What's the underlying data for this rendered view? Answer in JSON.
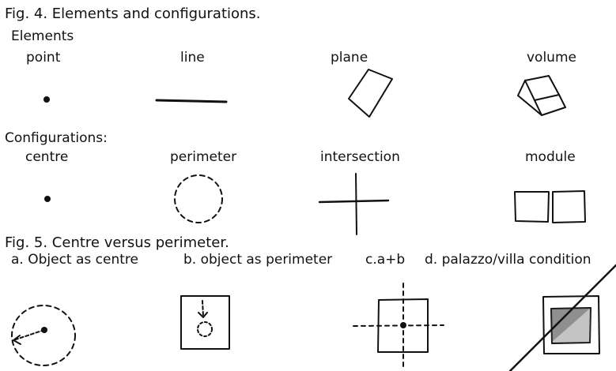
{
  "fig4": {
    "caption": "Fig. 4. Elements and configurations.",
    "elements_heading": "Elements",
    "elements": [
      {
        "label": "point",
        "icon": "dot-icon"
      },
      {
        "label": "line",
        "icon": "line-icon"
      },
      {
        "label": "plane",
        "icon": "plane-icon"
      },
      {
        "label": "volume",
        "icon": "cube-icon"
      }
    ],
    "configurations_heading": "Configurations:",
    "configurations": [
      {
        "label": "centre",
        "icon": "centre-dot-icon"
      },
      {
        "label": "perimeter",
        "icon": "dashed-circle-icon"
      },
      {
        "label": "intersection",
        "icon": "cross-icon"
      },
      {
        "label": "module",
        "icon": "twin-squares-icon"
      }
    ]
  },
  "fig5": {
    "caption": "Fig. 5. Centre versus perimeter.",
    "panels": [
      {
        "label": "a. Object as centre",
        "icon": "object-centre-icon"
      },
      {
        "label": "b. object as perimeter",
        "icon": "object-perimeter-icon"
      },
      {
        "label": "c.a+b",
        "icon": "combined-icon"
      },
      {
        "label": "d. palazzo/villa condition",
        "icon": "palazzo-villa-icon"
      }
    ]
  },
  "colors": {
    "ink": "#111111",
    "background": "#ffffff"
  }
}
